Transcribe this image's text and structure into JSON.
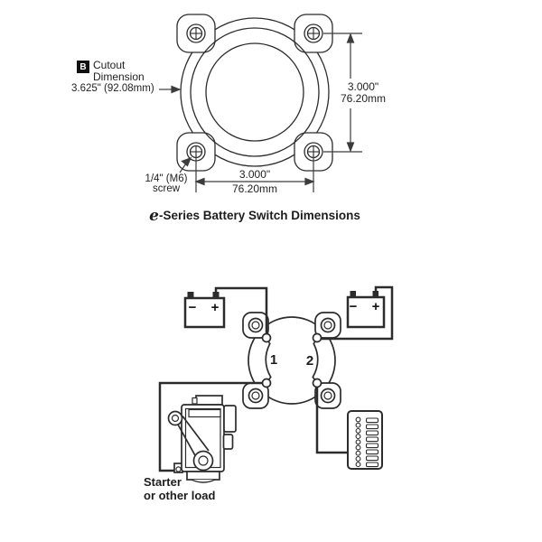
{
  "colors": {
    "ink": "#2c2c2c",
    "dimension_line": "#3c3c3c",
    "background": "#ffffff"
  },
  "dimension_drawing": {
    "callout_b": {
      "letter": "B",
      "title_line1": "Cutout",
      "title_line2": "Dimension",
      "value": "3.625\" (92.08mm)"
    },
    "vertical_dimension": {
      "inches": "3.000\"",
      "metric": "76.20mm"
    },
    "horizontal_dimension": {
      "inches": "3.000\"",
      "metric": "76.20mm"
    },
    "screw_note": {
      "line1": "1/4\" (M6)",
      "line2": "screw"
    },
    "caption": {
      "e": "e",
      "rest": "-Series Battery Switch Dimensions"
    }
  },
  "wiring_diagram": {
    "battery_left": {
      "negative": "−",
      "positive": "+"
    },
    "battery_right": {
      "negative": "−",
      "positive": "+"
    },
    "switch": {
      "position_1": "1",
      "position_2": "2"
    },
    "load_label": {
      "line1": "Starter",
      "line2": "or other load"
    }
  }
}
